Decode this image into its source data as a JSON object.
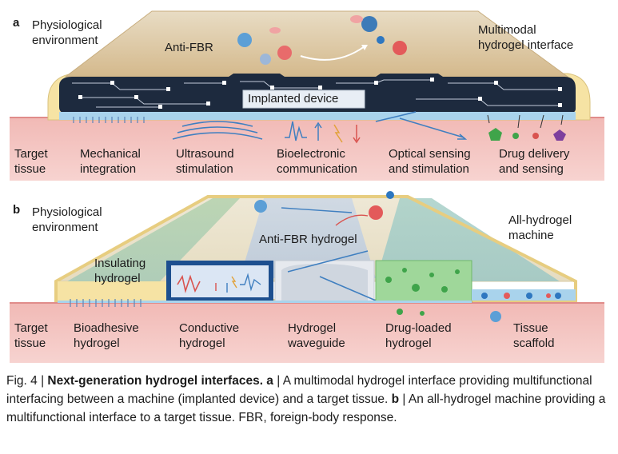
{
  "panel_a": {
    "letter": "a",
    "environment_label": "Physiological\nenvironment",
    "interface_label": "Multimodal\nhydrogel interface",
    "anti_fbr_label": "Anti-FBR",
    "device_label": "Implanted device",
    "functions": [
      {
        "id": "target",
        "label": "Target\ntissue"
      },
      {
        "id": "mechanical",
        "label": "Mechanical\nintegration"
      },
      {
        "id": "ultrasound",
        "label": "Ultrasound\nstimulation"
      },
      {
        "id": "bioelectronic",
        "label": "Bioelectronic\ncommunication"
      },
      {
        "id": "optical",
        "label": "Optical sensing\nand stimulation"
      },
      {
        "id": "drug",
        "label": "Drug delivery\nand sensing"
      }
    ]
  },
  "panel_b": {
    "letter": "b",
    "environment_label": "Physiological\nenvironment",
    "machine_label": "All-hydrogel\nmachine",
    "insulating_label": "Insulating\nhydrogel",
    "anti_fbr_label": "Anti-FBR hydrogel",
    "functions": [
      {
        "id": "target",
        "label": "Target\ntissue"
      },
      {
        "id": "bioadhesive",
        "label": "Bioadhesive\nhydrogel"
      },
      {
        "id": "conductive",
        "label": "Conductive\nhydrogel"
      },
      {
        "id": "waveguide",
        "label": "Hydrogel\nwaveguide"
      },
      {
        "id": "drugloaded",
        "label": "Drug-loaded\nhydrogel"
      },
      {
        "id": "scaffold",
        "label": "Tissue\nscaffold"
      }
    ]
  },
  "caption": {
    "figure_label": "Fig. 4 | ",
    "title": "Next-generation hydrogel interfaces.",
    "a_letter": " a",
    "a_text": " | A multimodal hydrogel interface providing multifunctional interfacing between a machine (implanted device) and a target tissue.",
    "b_letter": " b",
    "b_text": " | An all-hydrogel machine providing a multifunctional interface to a target tissue. FBR, foreign-body response."
  },
  "colors": {
    "tissue": "#f4c4c0",
    "tissue_line": "#e08c8a",
    "hydrogel_yellow": "#f6e3a4",
    "coating_tan": "#dfc9a2",
    "device_dark": "#1d2a3e",
    "blue_layer": "#a9d3ec",
    "green_gel": "#9fd79a"
  }
}
